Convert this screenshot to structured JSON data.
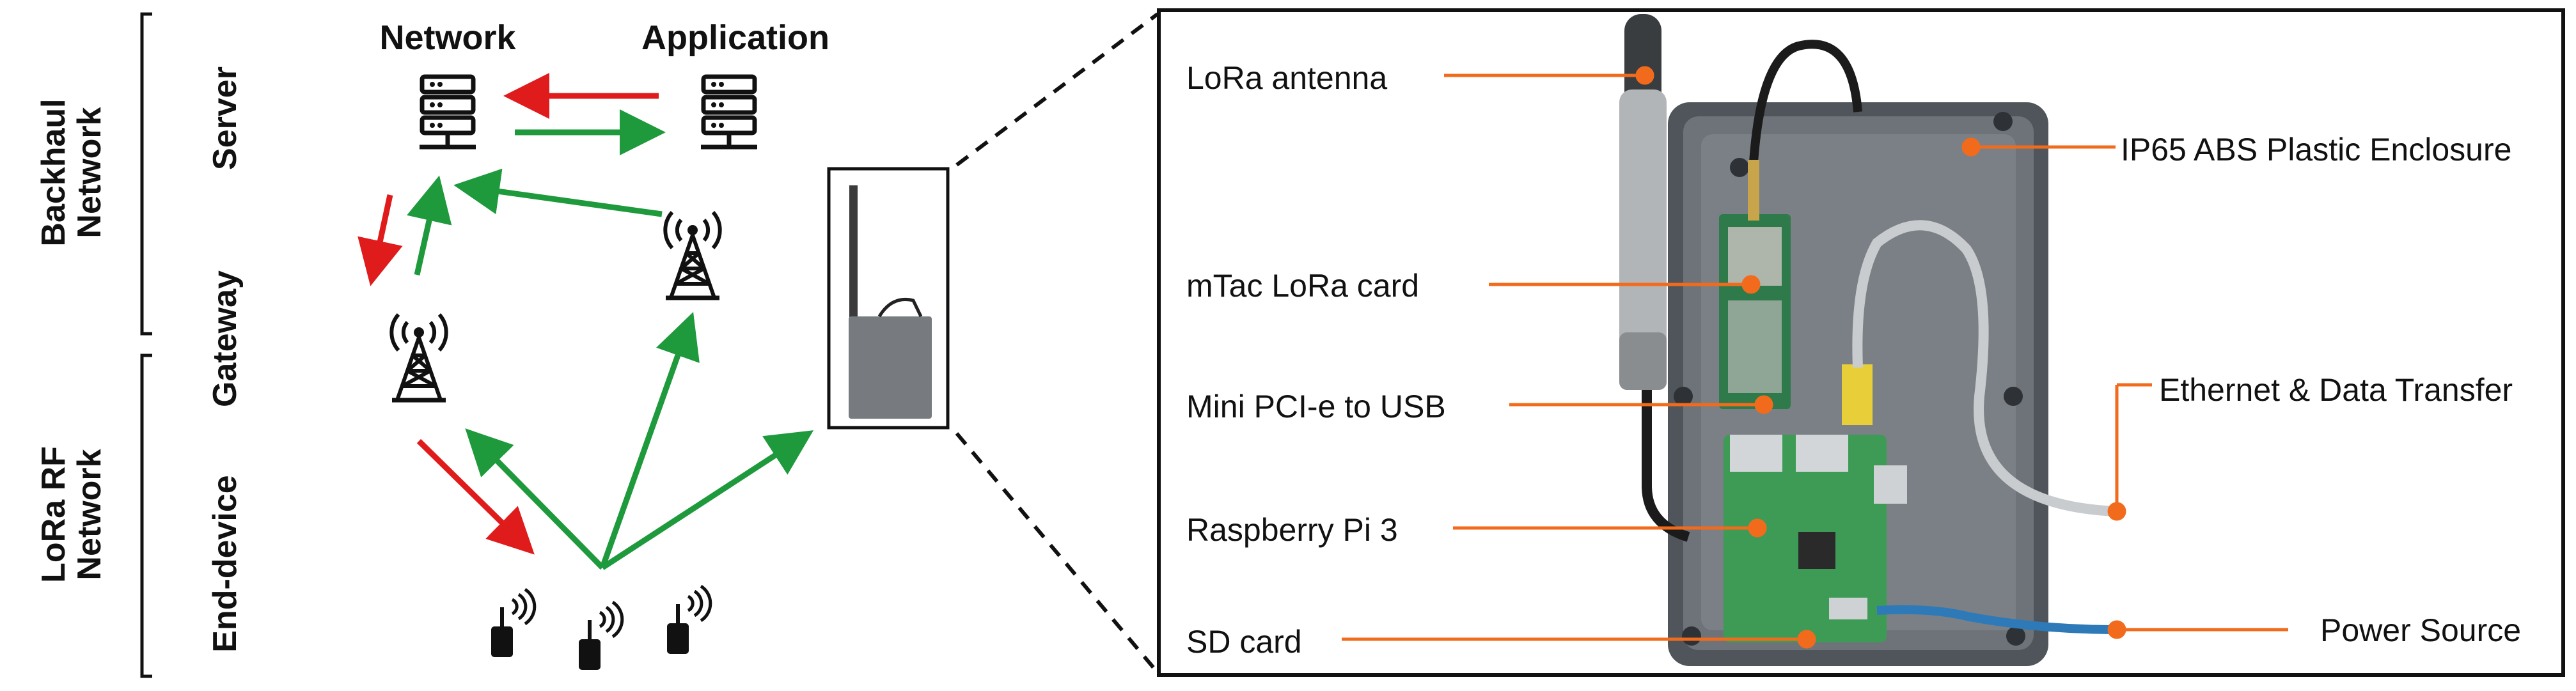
{
  "left": {
    "groups": {
      "backhaul": "Backhaul\nNetwork",
      "lora_rf": "LoRa RF\nNetwork"
    },
    "tiers": {
      "server": "Server",
      "gateway": "Gateway",
      "end_device": "End-device"
    },
    "servers": {
      "network": "Network",
      "application": "Application"
    }
  },
  "right": {
    "parts": [
      {
        "id": "lora_antenna",
        "label": "LoRa antenna"
      },
      {
        "id": "mtac",
        "label": "mTac LoRa card"
      },
      {
        "id": "mini_pcie",
        "label": "Mini PCI-e to USB"
      },
      {
        "id": "rpi",
        "label": "Raspberry Pi 3"
      },
      {
        "id": "sd",
        "label": "SD card"
      },
      {
        "id": "enclosure",
        "label": "IP65 ABS Plastic Enclosure"
      },
      {
        "id": "ethernet",
        "label": "Ethernet & Data Transfer"
      },
      {
        "id": "power",
        "label": "Power Source"
      }
    ]
  },
  "colors": {
    "uplink": "#1e9a3c",
    "downlink": "#e01b1b",
    "callout": "#f26b1d"
  },
  "icons": [
    "server-icon",
    "tower-icon",
    "sensor-icon"
  ]
}
